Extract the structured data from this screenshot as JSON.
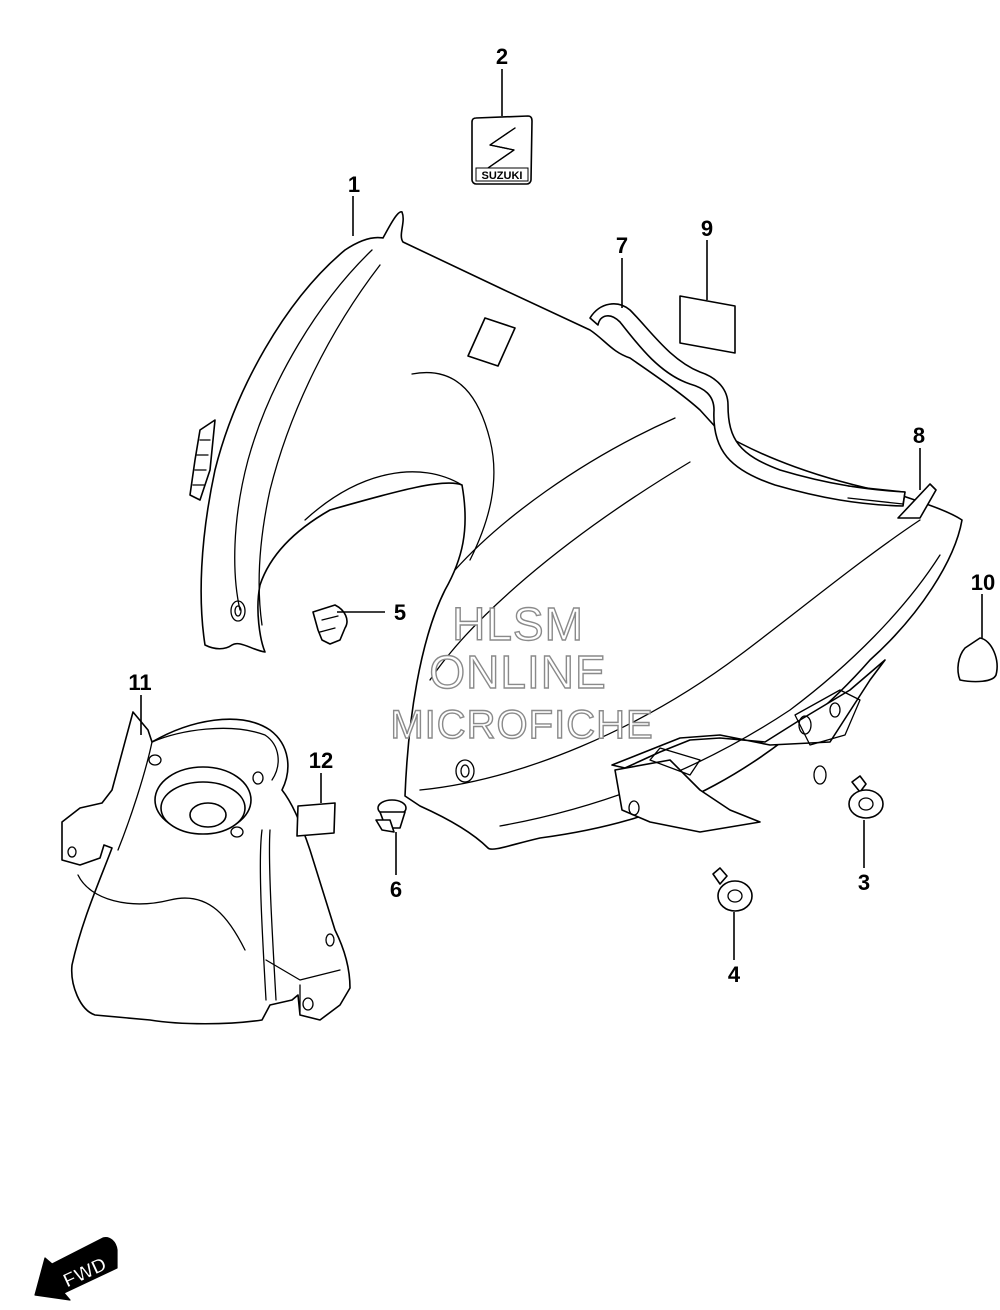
{
  "callouts": [
    "1",
    "2",
    "3",
    "4",
    "5",
    "6",
    "7",
    "8",
    "9",
    "10",
    "11",
    "12"
  ],
  "logo_text": "SUZUKI",
  "watermark": [
    "HLSM",
    "ONLINE",
    "MICROFICHE"
  ],
  "direction_label": "FWD"
}
